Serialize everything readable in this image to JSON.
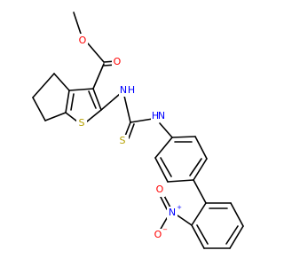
{
  "structure": {
    "type": "chemical-structure",
    "colors": {
      "bond": "#000000",
      "oxygen": "#ff0000",
      "nitrogen": "#0000ff",
      "sulfur": "#b5a000",
      "carbon": "#000000",
      "background": "#ffffff"
    },
    "labels": {
      "ester_carbonyl_o": "O",
      "ester_o": "O",
      "ring_s": "S",
      "amine_1": "N",
      "amine_1_h": "H",
      "amine_2": "N",
      "amine_2_h": "H",
      "thio_s": "S",
      "nitro_n": "N",
      "nitro_n_charge": "+",
      "nitro_o_single": "O",
      "nitro_o_single_charge": "−",
      "nitro_o_double": "O"
    }
  }
}
